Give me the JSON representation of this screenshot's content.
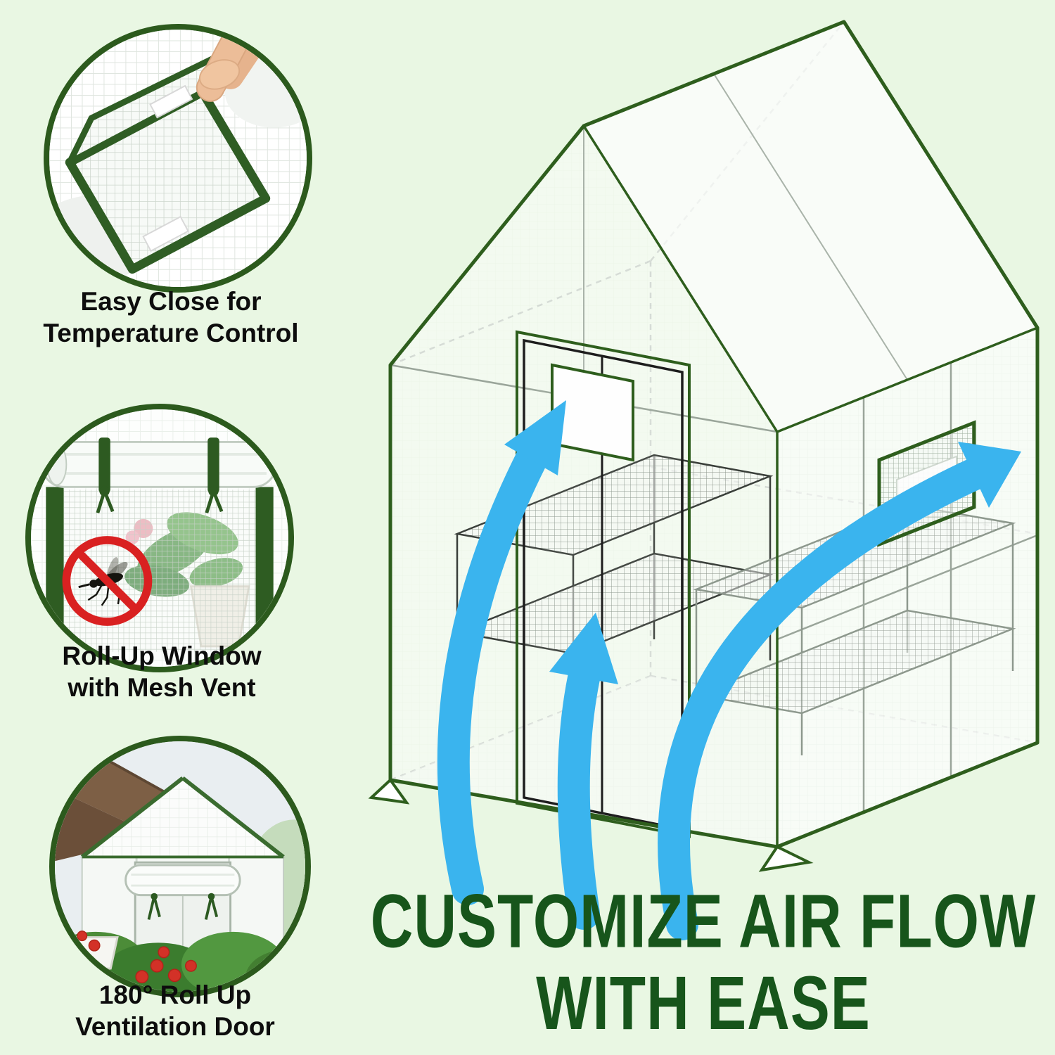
{
  "background_color": "#e9f7e3",
  "features": [
    {
      "id": "easy-close",
      "photo": "hand-peeling-velcro-window-flap",
      "caption_line1": "Easy Close for",
      "caption_line2": "Temperature Control"
    },
    {
      "id": "rollup-window",
      "photo": "rolled-window-mesh-vent-no-insects",
      "caption_line1": "Roll-Up Window",
      "caption_line2": "with Mesh Vent"
    },
    {
      "id": "rollup-door",
      "photo": "greenhouse-with-rolled-up-door-and-plants",
      "caption_line1": "180° Roll Up",
      "caption_line2": "Ventilation Door"
    }
  ],
  "headline": {
    "line1": "CUSTOMIZE AIR FLOW",
    "line2": "WITH EASE",
    "color": "#17551b"
  },
  "illustration": {
    "name": "greenhouse-airflow-diagram",
    "description": "Isometric walk-in greenhouse with two shelf rows, open front door, side mesh window and three blue airflow arrows",
    "outline_color": "#2e5e1d",
    "arrow_color": "#3ab4ee",
    "prohibition_color": "#d92121",
    "circle_border_color": "#2c5a1d"
  }
}
